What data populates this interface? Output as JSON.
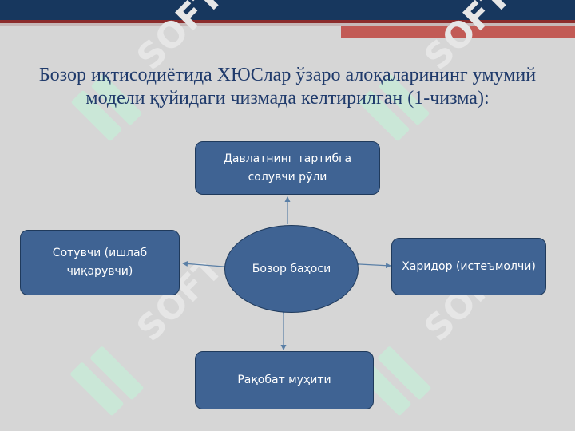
{
  "title": "Бозор иқтисодиётида ХЮСлар ўзаро алоқаларининг умумий модели қуйидаги чизмада келтирилган (1-чизма):",
  "diagram": {
    "center": "Бозор баҳоси",
    "top": "Давлатнинг тартибга солувчи рўли",
    "left": "Сотувчи (ишлаб чиқарувчи)",
    "right": "Харидор (истеъмолчи)",
    "bottom": "Рақобат муҳити"
  },
  "watermark_text": "SOFT",
  "colors": {
    "header": "#17375e",
    "accent_stripe": "#c25a55",
    "node_fill": "#3f6393",
    "node_border": "#1f3a5c",
    "title": "#1f3a6b",
    "background": "#d6d6d6"
  }
}
